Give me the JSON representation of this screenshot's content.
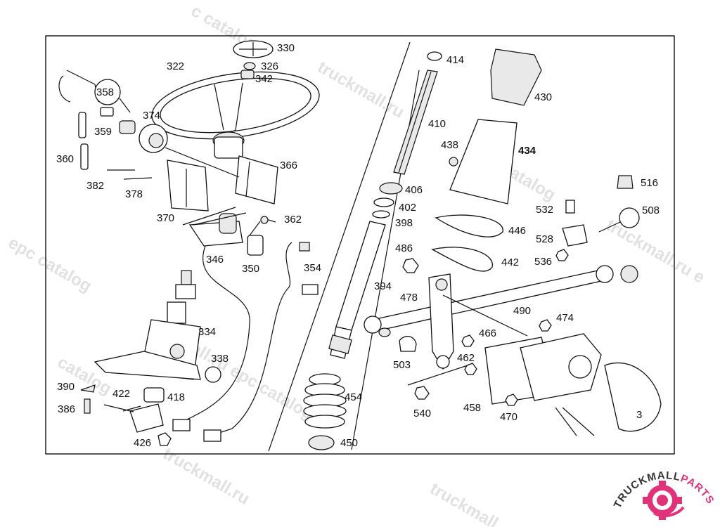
{
  "watermark": "truckmall.ru epc catalog",
  "watermark_rows": [
    "c catalog",
    "truckmall.ru",
    "epc catalog",
    "epc catalog",
    "truckmall.ru e",
    "catalog",
    "all.ru epc catalog",
    "truckmall",
    "truckmall.ru"
  ],
  "logo": {
    "text_dark": "TRUCKMALL",
    "text_accent": "PARTS",
    "accent_color": "#e0337a",
    "dark_color": "#333333"
  },
  "labels": [
    "330",
    "326",
    "342",
    "322",
    "358",
    "374",
    "359",
    "360",
    "382",
    "378",
    "366",
    "370",
    "362",
    "346",
    "350",
    "354",
    "334",
    "338",
    "390",
    "422",
    "418",
    "386",
    "426",
    "414",
    "410",
    "438",
    "434",
    "430",
    "406",
    "402",
    "398",
    "394",
    "486",
    "478",
    "446",
    "442",
    "516",
    "508",
    "532",
    "528",
    "536",
    "490",
    "474",
    "466",
    "462",
    "503",
    "540",
    "458",
    "470",
    "454",
    "450"
  ]
}
